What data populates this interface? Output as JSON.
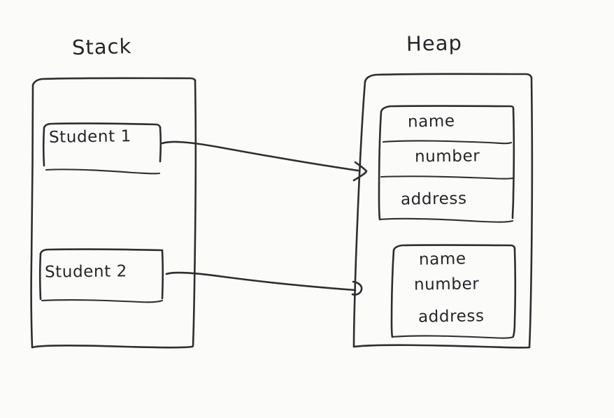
{
  "diagram": {
    "title_stack": "Stack",
    "title_heap": "Heap",
    "style": {
      "ink_color": "#2e2e30",
      "background": "#fbfbfa"
    }
  },
  "stack": {
    "label": "Stack",
    "slots": [
      {
        "label": "Student 1"
      },
      {
        "label": "Student 2"
      }
    ]
  },
  "heap": {
    "label": "Heap",
    "objects": [
      {
        "name": "student-object-1",
        "divided": true,
        "fields": [
          {
            "label": "name"
          },
          {
            "label": "number"
          },
          {
            "label": "address"
          }
        ]
      },
      {
        "name": "student-object-2",
        "divided": false,
        "fields": [
          {
            "label": "name"
          },
          {
            "label": "number"
          },
          {
            "label": "address"
          }
        ]
      }
    ]
  },
  "arrows": [
    {
      "name": "student-1-reference-arrow",
      "from": "Student 1",
      "to": "student-object-1"
    },
    {
      "name": "student-2-reference-arrow",
      "from": "Student 2",
      "to": "student-object-2"
    }
  ]
}
